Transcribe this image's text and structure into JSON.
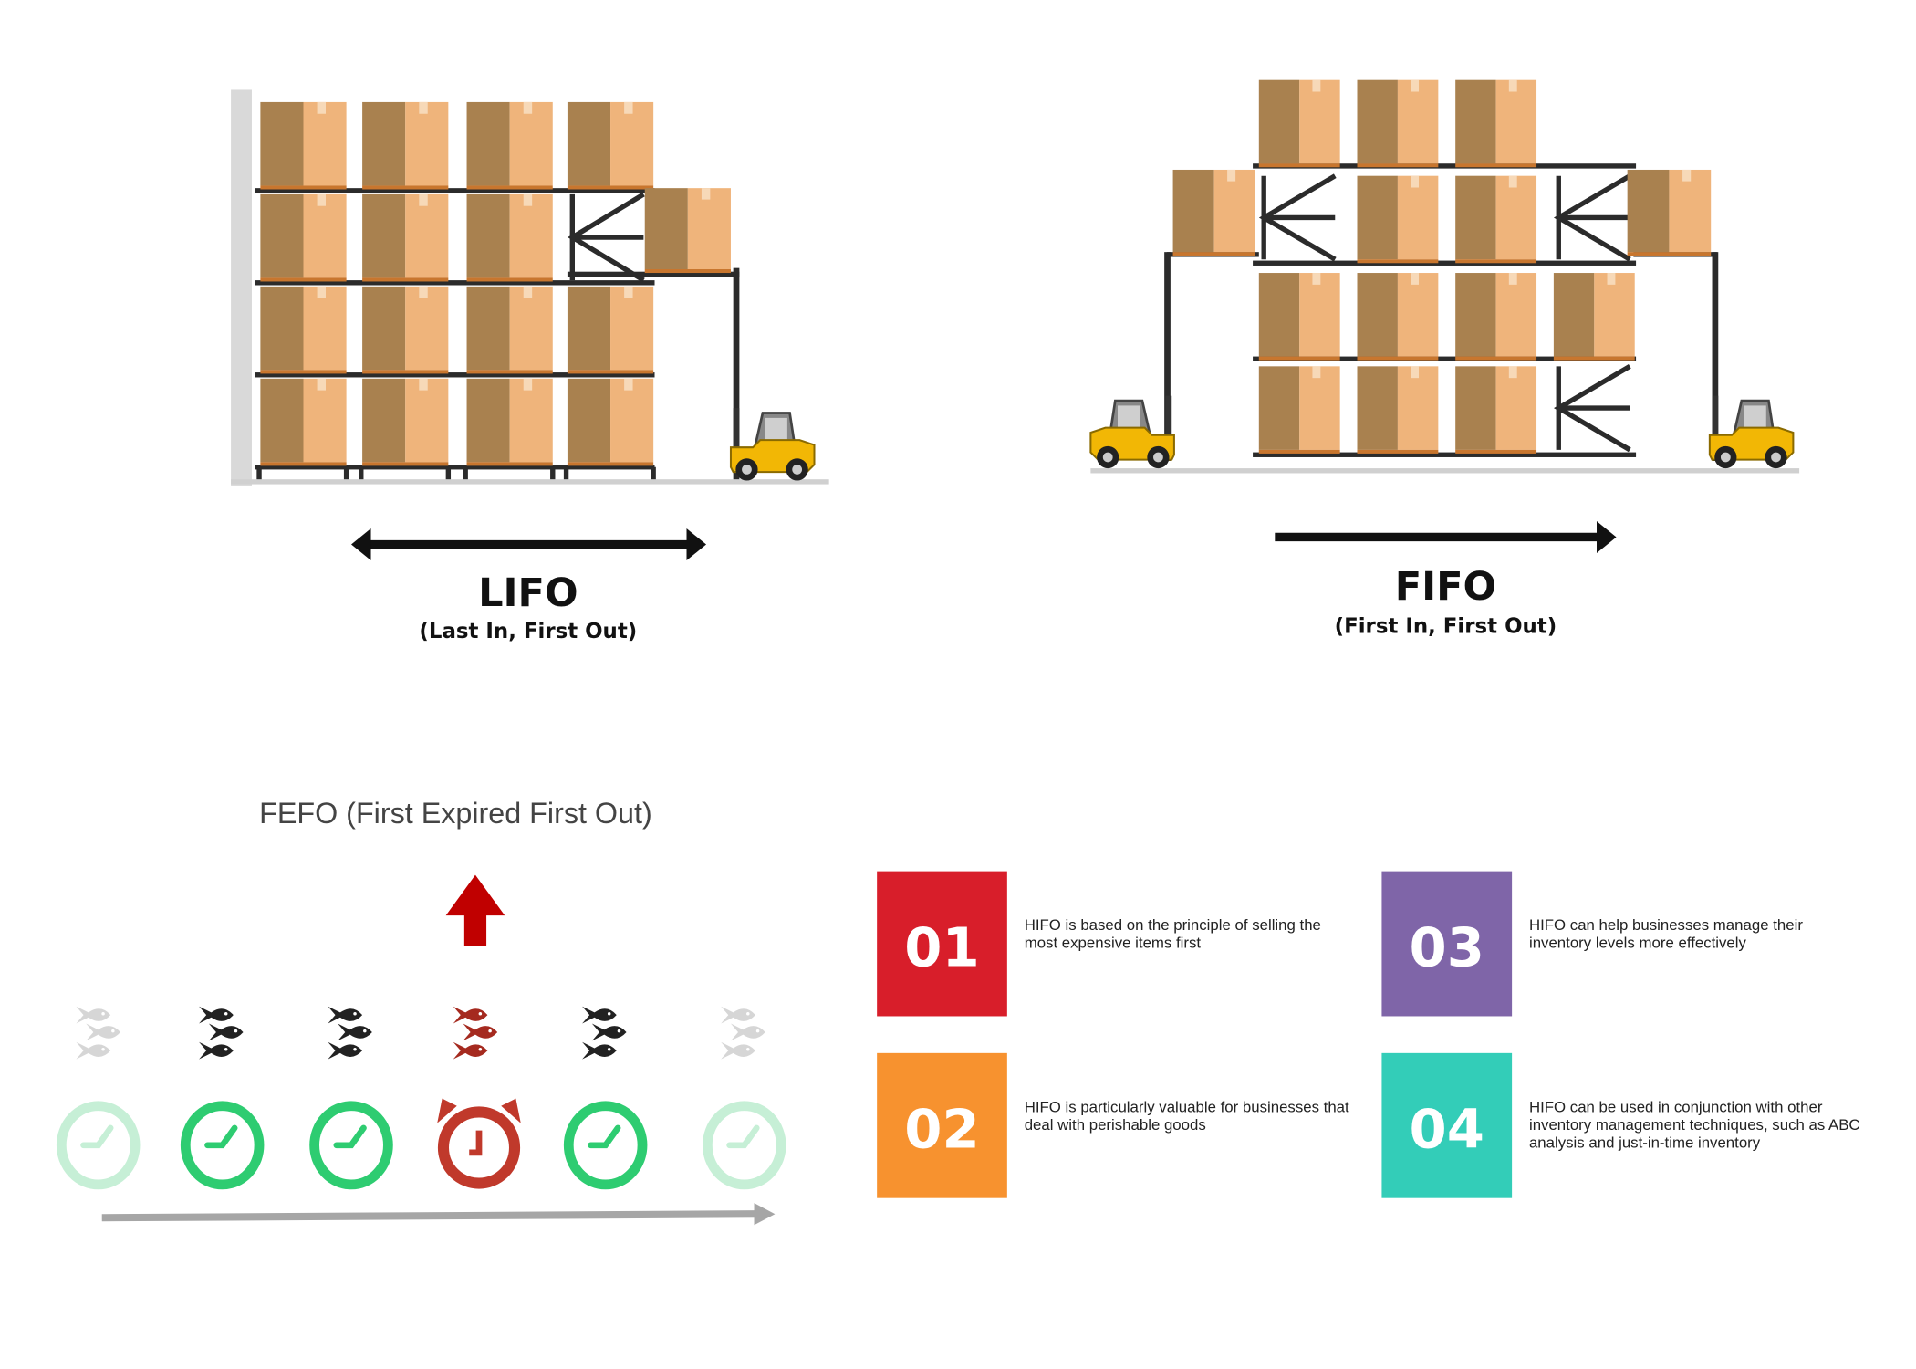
{
  "lifo": {
    "title": "LIFO",
    "subtitle": "(Last In, First Out)"
  },
  "fifo": {
    "title": "FIFO",
    "subtitle": "(First In, First Out)"
  },
  "fefo": {
    "title": "FEFO (First Expired First Out)"
  },
  "hifo": {
    "items": [
      {
        "number": "01",
        "color": "#d81e2a",
        "lines": [
          "HIFO is based on the principle of selling the",
          "most expensive items first"
        ]
      },
      {
        "number": "02",
        "color": "#f7922f",
        "lines": [
          "HIFO is particularly valuable for businesses that",
          "deal with perishable goods"
        ]
      },
      {
        "number": "03",
        "color": "#7f65a8",
        "lines": [
          "HIFO can help businesses manage their",
          "inventory levels more effectively"
        ]
      },
      {
        "number": "04",
        "color": "#33cdb8",
        "lines": [
          "HIFO can be used in conjunction with other",
          "inventory management techniques, such as ABC",
          "analysis and just-in-time inventory"
        ]
      }
    ]
  },
  "colors": {
    "box_dark": "#a9814f",
    "box_light": "#efb47b",
    "rack": "#2b2b2b",
    "clock_green": "#2ecc71",
    "alarm_red": "#c0392b",
    "arrow_red": "#c00000"
  }
}
